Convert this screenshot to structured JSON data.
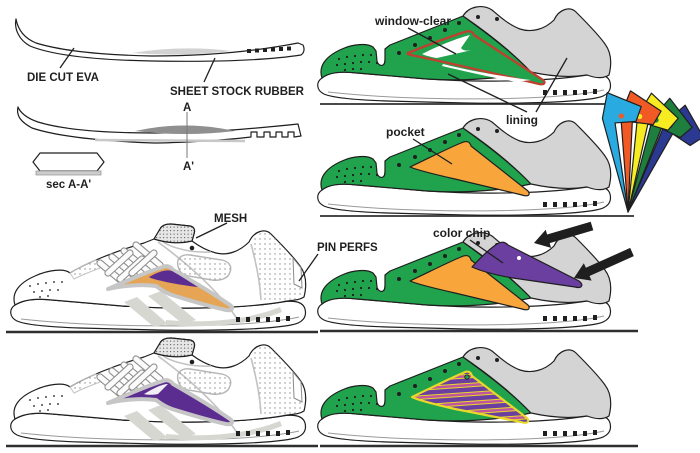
{
  "palette": {
    "ink": "#1f1f1f",
    "white": "#ffffff",
    "green": "#21a24c",
    "gray_panel": "#d4d4d4",
    "red_window": "#bf4030",
    "orange": "#f8a63b",
    "purple": "#6a3f9f",
    "tan": "#e6a455",
    "logo_purple": "#5c2d91",
    "stripe_purple": "#6a3f9f",
    "stripe_magenta": "#c0549e",
    "stripe_yellow": "#e7d829",
    "gray_stripe": "#d7d7d1"
  },
  "labels": {
    "die_cut_eva": "DIE CUT EVA",
    "sheet_stock_rubber": "SHEET STOCK RUBBER",
    "section_a": "A",
    "section_a_prime": "A'",
    "sec_aa": "sec A-A'",
    "mesh": "MESH",
    "pin_perfs": "PIN PERFS",
    "window_clear": "window-clear",
    "lining": "lining",
    "pocket": "pocket",
    "color_chip": "color chip"
  },
  "chips": [
    {
      "name": "cyan",
      "color": "#29abe2",
      "dot": "#f15a24"
    },
    {
      "name": "orange",
      "color": "#f15a24",
      "dot": "#f7ec21"
    },
    {
      "name": "yellow",
      "color": "#f7ec21",
      "dot": "#1e7e3e"
    },
    {
      "name": "green",
      "color": "#1e7e3e",
      "dot": "#2b3990"
    },
    {
      "name": "navy",
      "color": "#2b3990",
      "dot": "#ffffff"
    }
  ]
}
